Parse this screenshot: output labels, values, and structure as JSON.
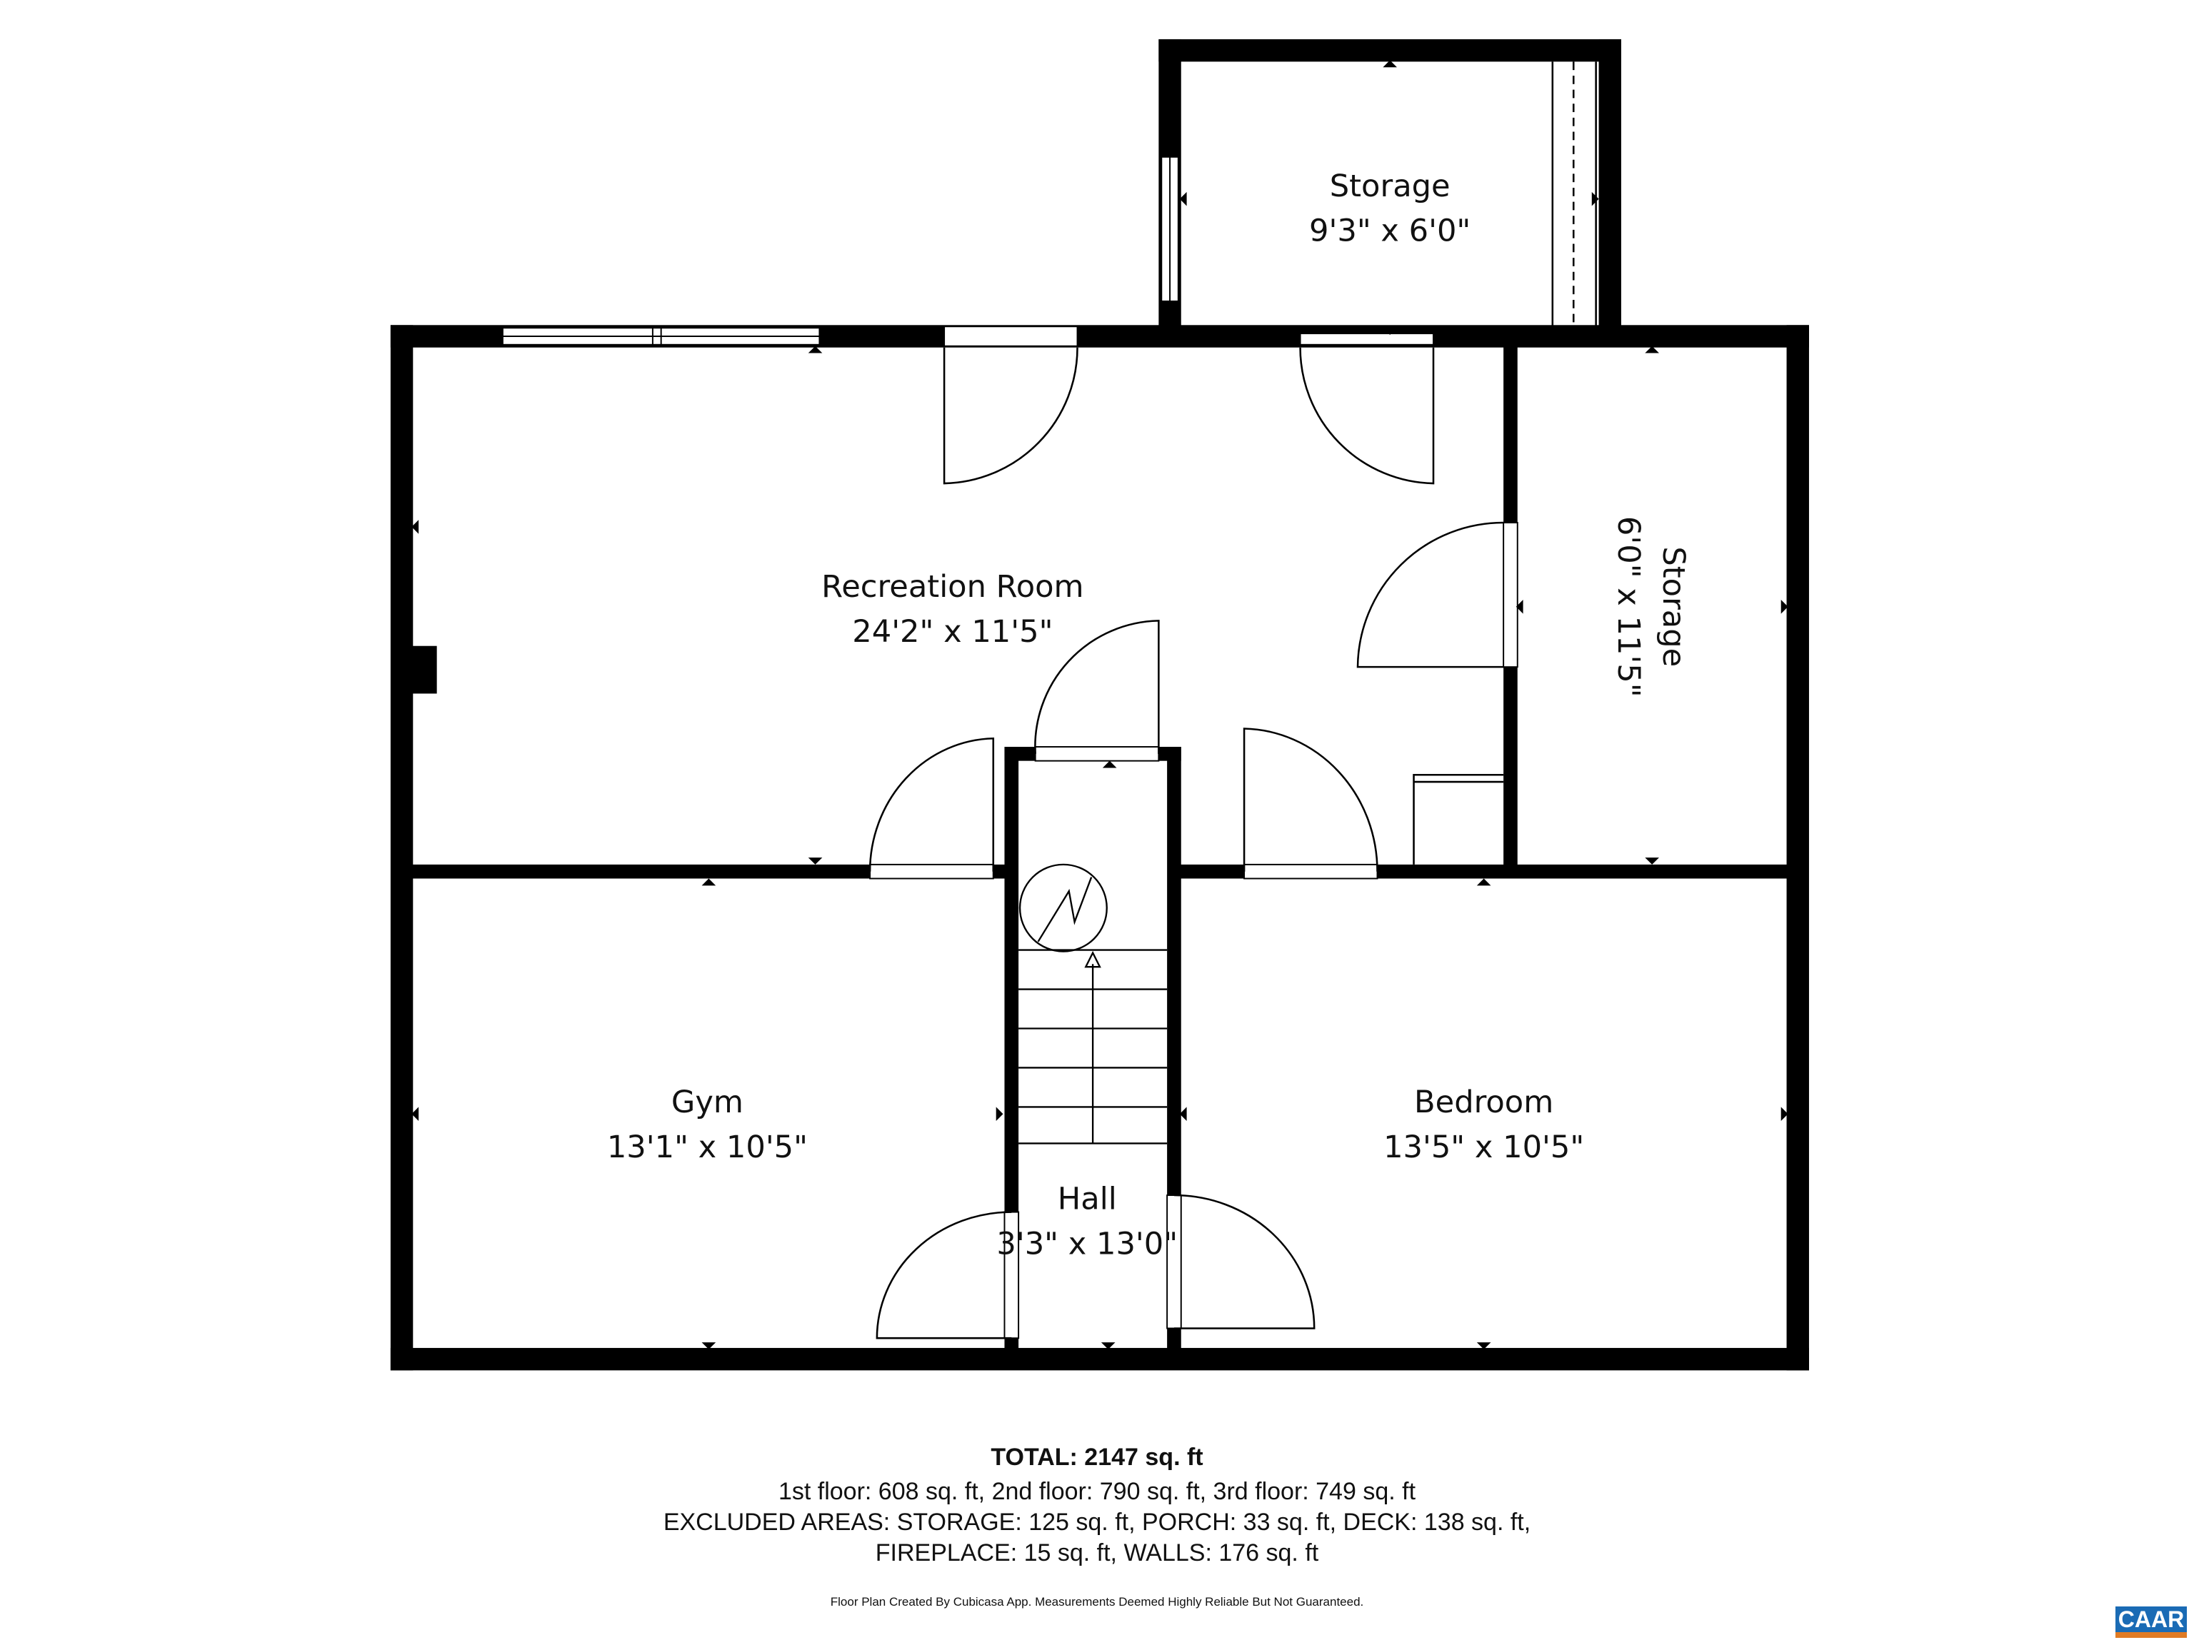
{
  "rooms": [
    {
      "name": "Storage",
      "dims": "9'3\" x 6'0\""
    },
    {
      "name": "Recreation Room",
      "dims": "24'2\" x 11'5\""
    },
    {
      "name": "Storage",
      "dims": "6'0\" x 11'5\""
    },
    {
      "name": "Gym",
      "dims": "13'1\" x 10'5\""
    },
    {
      "name": "Hall",
      "dims": "3'3\" x 13'0\""
    },
    {
      "name": "Bedroom",
      "dims": "13'5\" x 10'5\""
    }
  ],
  "summary": {
    "total": "TOTAL: 2147 sq. ft",
    "floors": "1st floor: 608 sq. ft, 2nd floor: 790 sq. ft, 3rd floor: 749 sq. ft",
    "excluded_1": "EXCLUDED AREAS: STORAGE: 125 sq. ft, PORCH: 33 sq. ft, DECK: 138 sq. ft,",
    "excluded_2": "FIREPLACE: 15 sq. ft, WALLS: 176 sq. ft",
    "disclaimer": "Floor Plan Created By Cubicasa App. Measurements Deemed Highly Reliable But Not Guaranteed."
  },
  "logo": {
    "text": "CAAR",
    "colors": {
      "blue": "#1a6bb5",
      "orange": "#e07b24"
    }
  }
}
